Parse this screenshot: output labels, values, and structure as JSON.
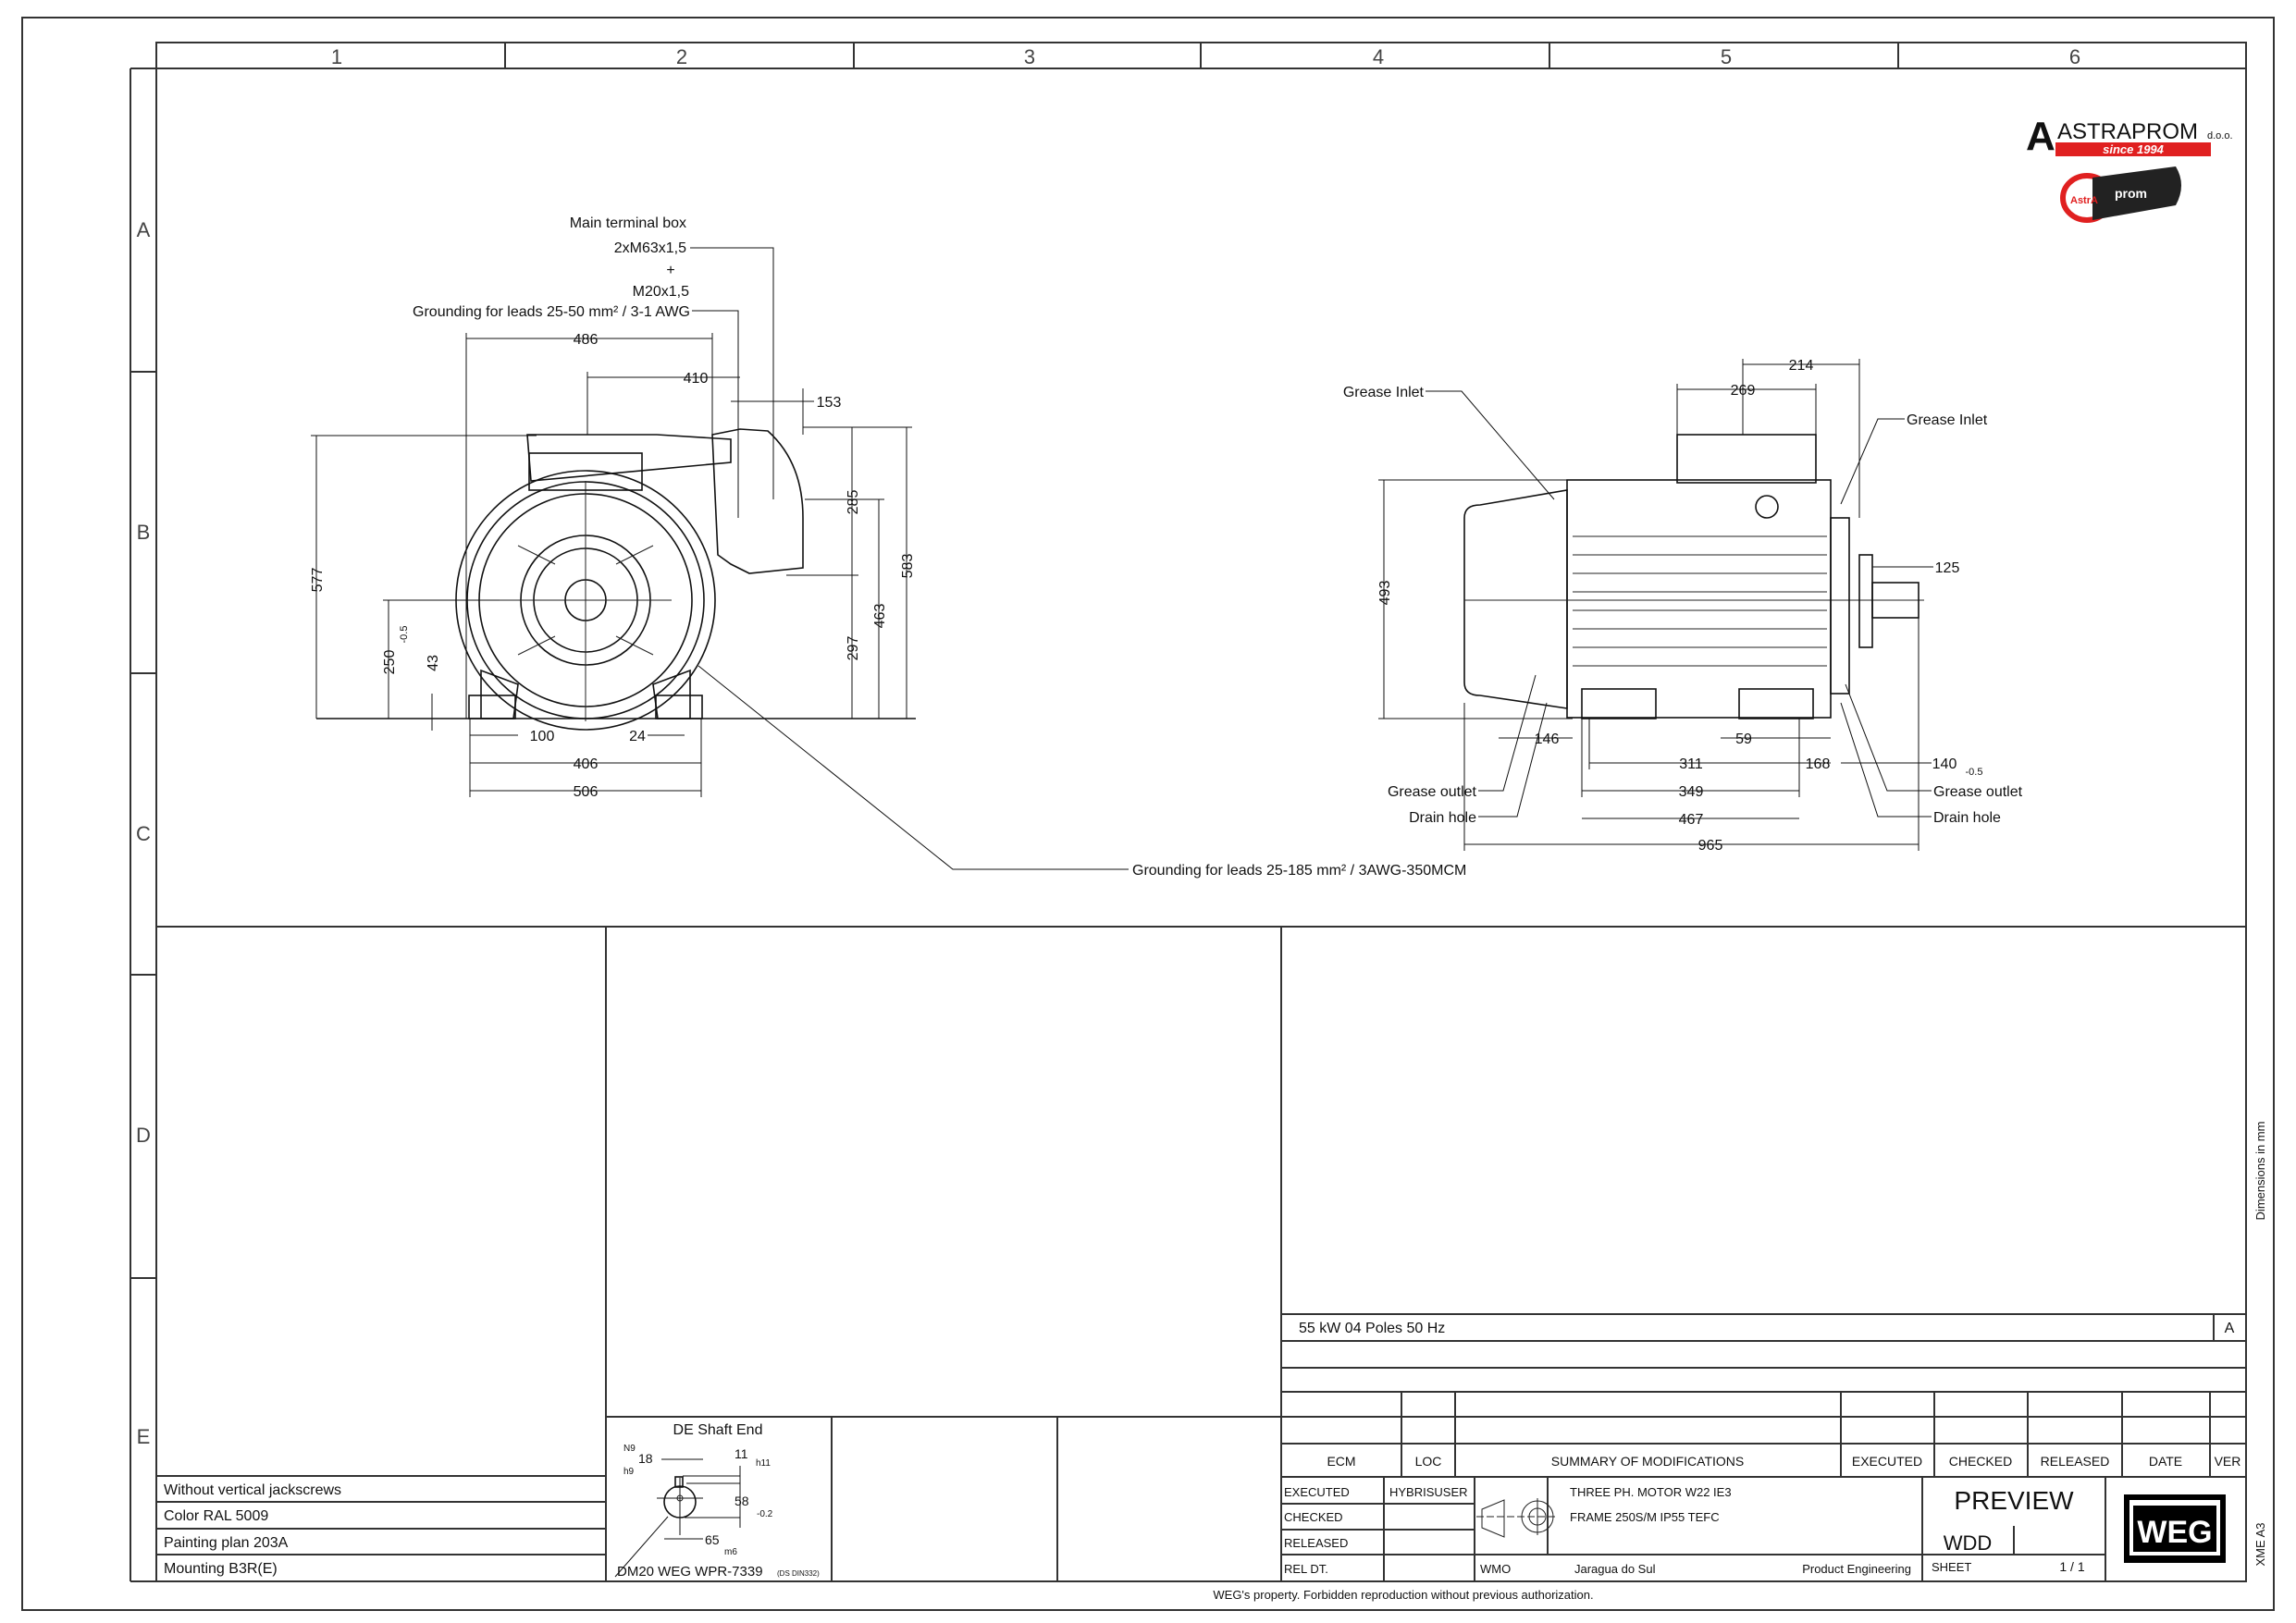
{
  "grid": {
    "columns": [
      "1",
      "2",
      "3",
      "4",
      "5",
      "6"
    ],
    "rows": [
      "A",
      "B",
      "C",
      "D",
      "E"
    ]
  },
  "logo": {
    "brand": "ASTRAPROM",
    "suffix": "d.o.o.",
    "tagline": "since 1994",
    "emblem": "AstrA prom"
  },
  "front_view": {
    "main_terminal_box": "Main terminal box",
    "thread_1": "2xM63x1,5",
    "plus": "+",
    "thread_2": "M20x1,5",
    "grounding_small": "Grounding for leads 25-50 mm² / 3-1 AWG",
    "grounding_large": "Grounding for leads 25-185 mm² / 3AWG-350MCM",
    "dims": {
      "d486": "486",
      "d410": "410",
      "d153": "153",
      "d577": "577",
      "d250": "250",
      "tol250": "-0.5",
      "d43": "43",
      "d285": "285",
      "d297": "297",
      "d463": "463",
      "d583": "583",
      "d100": "100",
      "d24": "24",
      "d406": "406",
      "d506": "506"
    }
  },
  "side_view": {
    "grease_inlet_left": "Grease Inlet",
    "grease_inlet_right": "Grease Inlet",
    "grease_outlet_left": "Grease outlet",
    "drain_hole_left": "Drain hole",
    "grease_outlet_right": "Grease outlet",
    "drain_hole_right": "Drain hole",
    "dims": {
      "d214": "214",
      "d269": "269",
      "d125": "125",
      "d493": "493",
      "d146": "146",
      "d59": "59",
      "d311": "311",
      "d168": "168",
      "d140": "140",
      "tol140": "-0.5",
      "d349": "349",
      "d467": "467",
      "d965": "965"
    }
  },
  "notes": [
    "Without vertical jackscrews",
    "Color RAL 5009",
    "Painting plan 203A",
    "Mounting B3R(E)"
  ],
  "shaft_end": {
    "title": "DE Shaft End",
    "n9": "N9",
    "d18": "18",
    "h9": "h9",
    "d11": "11",
    "h11": "h11",
    "d58": "58",
    "tol58": "-0.2",
    "d65": "65",
    "m6": "m6",
    "thread": "DM20 WEG WPR-7339",
    "thread_note": "(DS DIN332)"
  },
  "title_block": {
    "rating": "55 kW   04 Poles   50  Hz",
    "revision_letter": "A",
    "rev_headers": [
      "ECM",
      "LOC",
      "SUMMARY OF MODIFICATIONS",
      "EXECUTED",
      "CHECKED",
      "RELEASED",
      "DATE",
      "VER"
    ],
    "executed_label": "EXECUTED",
    "executed_value": "HYBRISUSER",
    "checked_label": "CHECKED",
    "released_label": "RELEASED",
    "rel_dt_label": "REL DT.",
    "description_1": "THREE PH. MOTOR  W22   IE3",
    "description_2": "FRAME 250S/M IP55 TEFC",
    "status": "PREVIEW",
    "doc_code": "WDD",
    "wmo": "WMO",
    "location": "Jaragua do Sul",
    "department": "Product Engineering",
    "sheet_label": "SHEET",
    "sheet_value": "1  /  1",
    "company_logo": "WEG"
  },
  "side_notes": {
    "units": "Dimensions in mm",
    "format": "XME    A3"
  },
  "footer": "WEG's property. Forbidden reproduction without previous authorization."
}
